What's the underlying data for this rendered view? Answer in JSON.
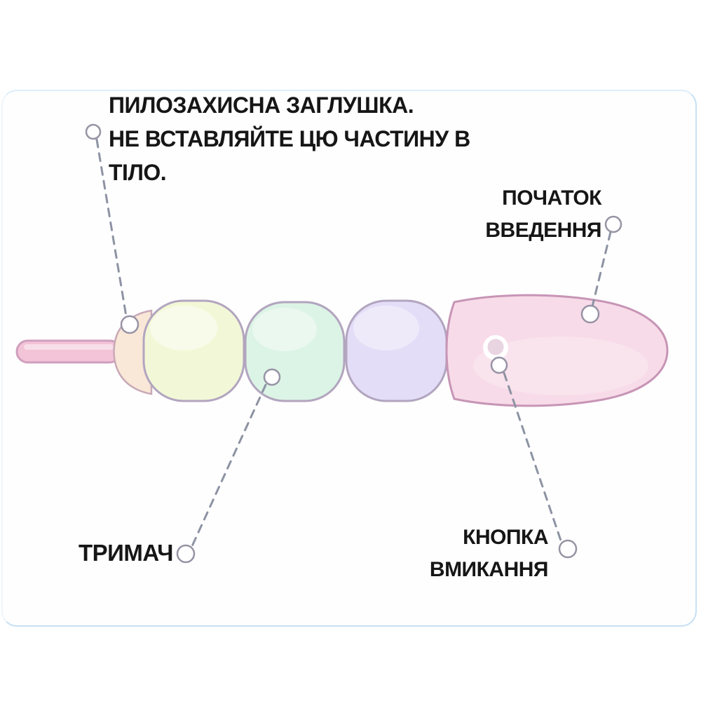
{
  "labels": {
    "dust_cap": "ПИЛОЗАХИСНА ЗАГЛУШКА.\nНЕ ВСТАВЛЯЙТЕ ЦЮ ЧАСТИНУ В\nТІЛО.",
    "insertion_start": "ПОЧАТОК\nВВЕДЕННЯ",
    "holder": "ТРИМАЧ",
    "power_button": "КНОПКА\nВМИКАННЯ"
  },
  "device": {
    "colors": {
      "stick_fill": "#f3c3d7",
      "cap_fill": "#f9e7d7",
      "bead_yellow_fill": "#f2f8d7",
      "bead_green_fill": "#dcf4e5",
      "bead_purple_fill": "#e4ddf7",
      "body_fill": "#f8dbe8",
      "power_ring": "#ffffff",
      "power_center": "#e3c9db",
      "anchor_fill": "#ffffff",
      "dash_color": "#8d93a3",
      "panel_border": "#c7e0f3",
      "text_color": "#161616"
    }
  }
}
